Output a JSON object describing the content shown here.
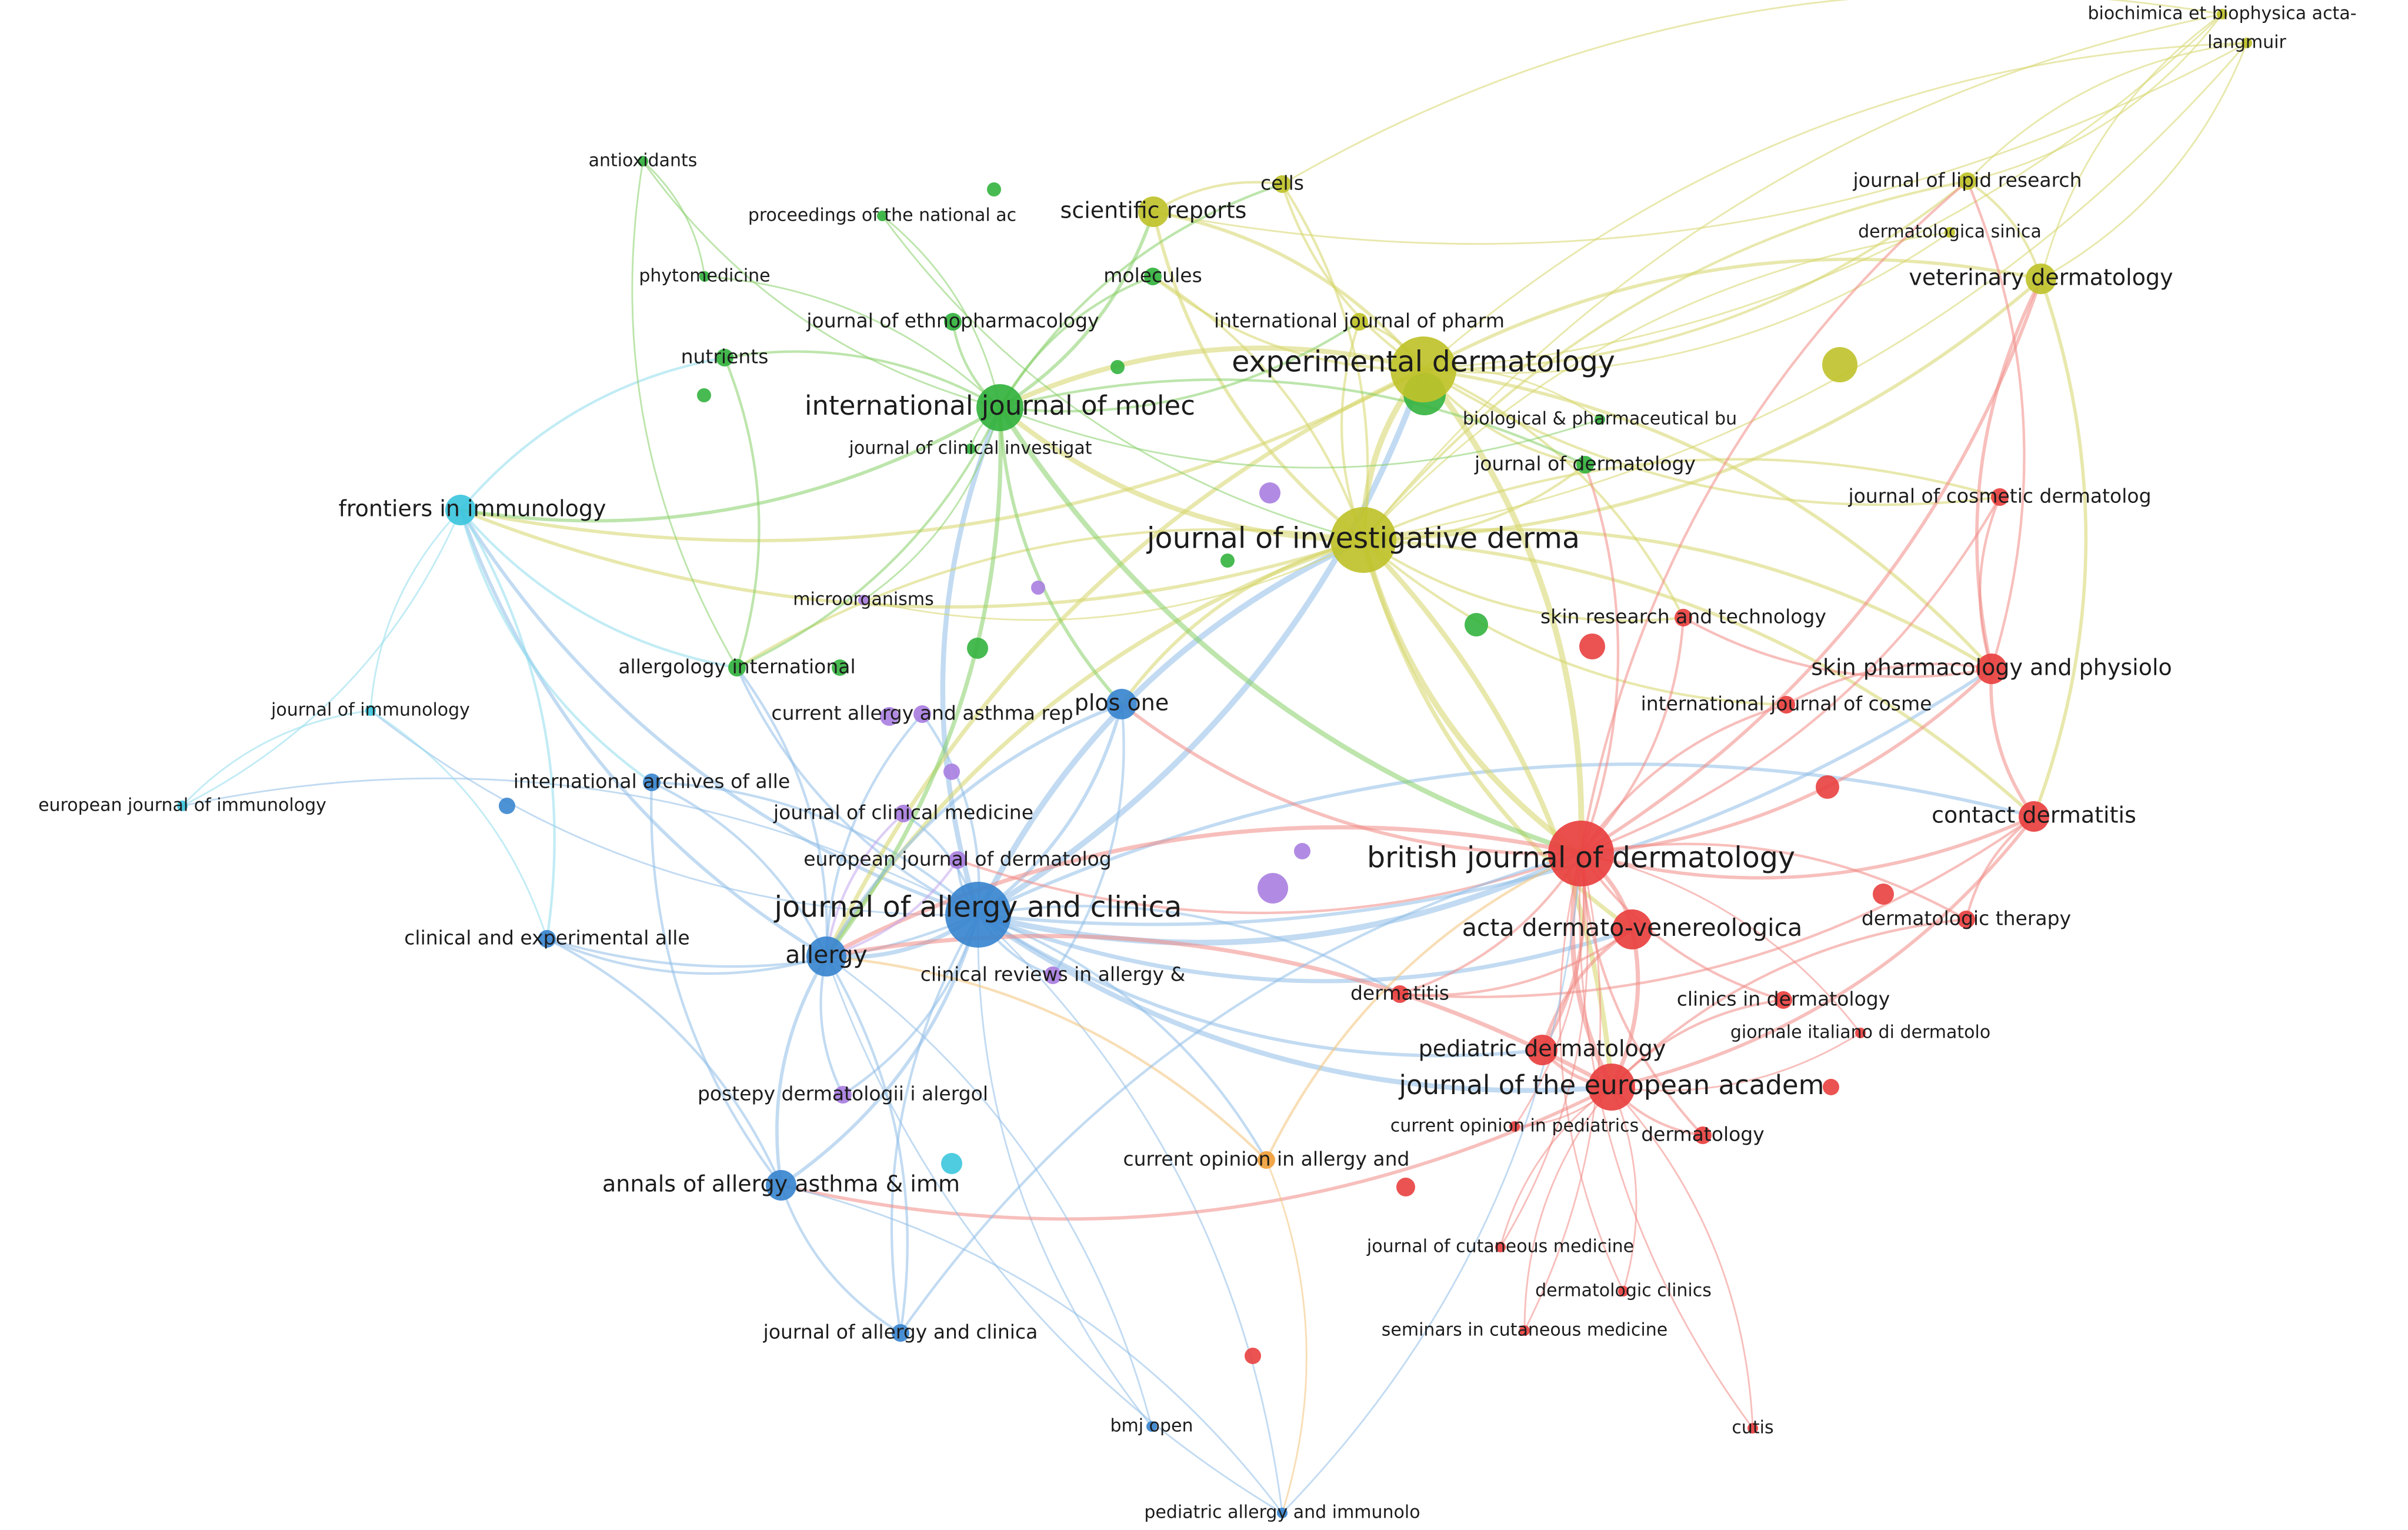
{
  "clusters": {
    "red": {
      "color": "#e8403f",
      "edge_color": "#f08a85"
    },
    "green": {
      "color": "#33b23e",
      "edge_color": "#86cf68"
    },
    "blue": {
      "color": "#3a86cf",
      "edge_color": "#8fbde8"
    },
    "yellow": {
      "color": "#bfc22a",
      "edge_color": "#d6d66a"
    },
    "purple": {
      "color": "#a97ee0",
      "edge_color": "#c3a6ec"
    },
    "cyan": {
      "color": "#3cc6dd",
      "edge_color": "#8fdced"
    },
    "orange": {
      "color": "#f0a03a",
      "edge_color": "#f3c27a"
    }
  },
  "nodes": [
    {
      "id": "biochimica",
      "label": "biochimica et biophysica acta-",
      "cluster": "yellow",
      "weight": 1
    },
    {
      "id": "langmuir",
      "label": "langmuir",
      "cluster": "yellow",
      "weight": 1
    },
    {
      "id": "antioxidants",
      "label": "antioxidants",
      "cluster": "green",
      "weight": 1
    },
    {
      "id": "pnas",
      "label": "proceedings of the national ac",
      "cluster": "green",
      "weight": 1
    },
    {
      "id": "scirep",
      "label": "scientific reports",
      "cluster": "yellow",
      "weight": 3
    },
    {
      "id": "cells",
      "label": "cells",
      "cluster": "yellow",
      "weight": 2
    },
    {
      "id": "lipid",
      "label": "journal of lipid research",
      "cluster": "yellow",
      "weight": 2
    },
    {
      "id": "dermsinica",
      "label": "dermatologica sinica",
      "cluster": "yellow",
      "weight": 1
    },
    {
      "id": "phytomed",
      "label": "phytomedicine",
      "cluster": "green",
      "weight": 1
    },
    {
      "id": "molecules",
      "label": "molecules",
      "cluster": "green",
      "weight": 2
    },
    {
      "id": "vetderm",
      "label": "veterinary dermatology",
      "cluster": "yellow",
      "weight": 3
    },
    {
      "id": "ethnopharm",
      "label": "journal of ethnopharmacology",
      "cluster": "green",
      "weight": 2
    },
    {
      "id": "ijpharm",
      "label": "international journal of pharm",
      "cluster": "yellow",
      "weight": 2
    },
    {
      "id": "nutrients",
      "label": "nutrients",
      "cluster": "green",
      "weight": 2
    },
    {
      "id": "expderm",
      "label": "experimental dermatology",
      "cluster": "yellow",
      "weight": 6
    },
    {
      "id": "ijms",
      "label": "international journal of molec",
      "cluster": "green",
      "weight": 5
    },
    {
      "id": "biopharmbull",
      "label": "biological & pharmaceutical bu",
      "cluster": "green",
      "weight": 1
    },
    {
      "id": "jci",
      "label": "journal of clinical investigat",
      "cluster": "green",
      "weight": 1
    },
    {
      "id": "jderm",
      "label": "journal of dermatology",
      "cluster": "green",
      "weight": 2
    },
    {
      "id": "frontimm",
      "label": "frontiers in immunology",
      "cluster": "cyan",
      "weight": 3
    },
    {
      "id": "cosmderm",
      "label": "journal of cosmetic dermatolog",
      "cluster": "red",
      "weight": 2
    },
    {
      "id": "jid",
      "label": "journal of investigative derma",
      "cluster": "yellow",
      "weight": 6
    },
    {
      "id": "microorg",
      "label": "microorganisms",
      "cluster": "purple",
      "weight": 1
    },
    {
      "id": "skinres",
      "label": "skin research and technology",
      "cluster": "red",
      "weight": 2
    },
    {
      "id": "allergolint",
      "label": "allergology international",
      "cluster": "green",
      "weight": 2
    },
    {
      "id": "skinpharm",
      "label": "skin pharmacology and physiolo",
      "cluster": "red",
      "weight": 3
    },
    {
      "id": "jimmunol",
      "label": "journal of immunology",
      "cluster": "cyan",
      "weight": 1
    },
    {
      "id": "plosone",
      "label": "plos one",
      "cluster": "blue",
      "weight": 3
    },
    {
      "id": "curallergyrep",
      "label": "current allergy and asthma rep",
      "cluster": "purple",
      "weight": 2
    },
    {
      "id": "ijcosm",
      "label": "international journal of cosme",
      "cluster": "red",
      "weight": 2
    },
    {
      "id": "intarch",
      "label": "international archives of alle",
      "cluster": "blue",
      "weight": 2
    },
    {
      "id": "eurjimm",
      "label": "european journal of immunology",
      "cluster": "cyan",
      "weight": 1
    },
    {
      "id": "jclinmed",
      "label": "journal of clinical medicine",
      "cluster": "purple",
      "weight": 2
    },
    {
      "id": "contactderm",
      "label": "contact dermatitis",
      "cluster": "red",
      "weight": 3
    },
    {
      "id": "bjd",
      "label": "british journal of dermatology",
      "cluster": "red",
      "weight": 6
    },
    {
      "id": "ejd",
      "label": "european journal of dermatolog",
      "cluster": "purple",
      "weight": 2
    },
    {
      "id": "jaci",
      "label": "journal of allergy and clinica",
      "cluster": "blue",
      "weight": 6
    },
    {
      "id": "actadv",
      "label": "acta dermato-venereologica",
      "cluster": "red",
      "weight": 4
    },
    {
      "id": "dermther",
      "label": "dermatologic therapy",
      "cluster": "red",
      "weight": 2
    },
    {
      "id": "clinexpall",
      "label": "clinical and experimental alle",
      "cluster": "blue",
      "weight": 2
    },
    {
      "id": "allergy",
      "label": "allergy",
      "cluster": "blue",
      "weight": 4
    },
    {
      "id": "clinrevall",
      "label": "clinical reviews in allergy &",
      "cluster": "purple",
      "weight": 2
    },
    {
      "id": "dermatitis",
      "label": "dermatitis",
      "cluster": "red",
      "weight": 2
    },
    {
      "id": "clinderm",
      "label": "clinics in dermatology",
      "cluster": "red",
      "weight": 2
    },
    {
      "id": "giornale",
      "label": "giornale italiano di dermatolo",
      "cluster": "red",
      "weight": 1
    },
    {
      "id": "pedderm",
      "label": "pediatric dermatology",
      "cluster": "red",
      "weight": 3
    },
    {
      "id": "jeadv",
      "label": "journal of the european academ",
      "cluster": "red",
      "weight": 5
    },
    {
      "id": "postepy",
      "label": "postepy dermatologii i alergol",
      "cluster": "purple",
      "weight": 2
    },
    {
      "id": "curopped",
      "label": "current opinion in pediatrics",
      "cluster": "red",
      "weight": 1
    },
    {
      "id": "dermatology",
      "label": "dermatology",
      "cluster": "red",
      "weight": 2
    },
    {
      "id": "curopall",
      "label": "current opinion in allergy and",
      "cluster": "orange",
      "weight": 2
    },
    {
      "id": "annals",
      "label": "annals of allergy asthma & imm",
      "cluster": "blue",
      "weight": 3
    },
    {
      "id": "jcutmed",
      "label": "journal of cutaneous medicine",
      "cluster": "red",
      "weight": 1
    },
    {
      "id": "dermclinics",
      "label": "dermatologic clinics",
      "cluster": "red",
      "weight": 1
    },
    {
      "id": "jacipract",
      "label": "journal of allergy and clinica",
      "cluster": "blue",
      "weight": 2
    },
    {
      "id": "seminars",
      "label": "seminars in cutaneous medicine",
      "cluster": "red",
      "weight": 1
    },
    {
      "id": "bmjopen",
      "label": "bmj open",
      "cluster": "blue",
      "weight": 1
    },
    {
      "id": "cutis",
      "label": "cutis",
      "cluster": "red",
      "weight": 1
    },
    {
      "id": "pedallergy",
      "label": "pediatric allergy and immunolo",
      "cluster": "blue",
      "weight": 1
    }
  ],
  "edges": [
    [
      "jaci",
      "jid"
    ],
    [
      "jaci",
      "bjd"
    ],
    [
      "jaci",
      "allergy"
    ],
    [
      "jaci",
      "expderm"
    ],
    [
      "jaci",
      "ijms"
    ],
    [
      "jaci",
      "jeadv"
    ],
    [
      "jaci",
      "annals"
    ],
    [
      "jaci",
      "jacipract"
    ],
    [
      "jaci",
      "clinexpall"
    ],
    [
      "jaci",
      "intarch"
    ],
    [
      "jaci",
      "frontimm"
    ],
    [
      "jaci",
      "plosone"
    ],
    [
      "jaci",
      "pedallergy"
    ],
    [
      "jaci",
      "actadv"
    ],
    [
      "jaci",
      "contactderm"
    ],
    [
      "jaci",
      "pedderm"
    ],
    [
      "jaci",
      "curopall"
    ],
    [
      "jaci",
      "clinrevall"
    ],
    [
      "jaci",
      "postepy"
    ],
    [
      "jaci",
      "jclinmed"
    ],
    [
      "jaci",
      "ejd"
    ],
    [
      "jaci",
      "curallergyrep"
    ],
    [
      "jaci",
      "allergolint"
    ],
    [
      "jaci",
      "bmjopen"
    ],
    [
      "jaci",
      "jimmunol"
    ],
    [
      "jaci",
      "eurjimm"
    ],
    [
      "jaci",
      "dermatitis"
    ],
    [
      "jaci",
      "skinpharm"
    ],
    [
      "jid",
      "expderm"
    ],
    [
      "jid",
      "bjd"
    ],
    [
      "jid",
      "ijms"
    ],
    [
      "jid",
      "jderm"
    ],
    [
      "jid",
      "skinpharm"
    ],
    [
      "jid",
      "skinres"
    ],
    [
      "jid",
      "cosmderm"
    ],
    [
      "jid",
      "actadv"
    ],
    [
      "jid",
      "jeadv"
    ],
    [
      "jid",
      "plosone"
    ],
    [
      "jid",
      "scirep"
    ],
    [
      "jid",
      "cells"
    ],
    [
      "jid",
      "lipid"
    ],
    [
      "jid",
      "vetderm"
    ],
    [
      "jid",
      "biochimica"
    ],
    [
      "jid",
      "langmuir"
    ],
    [
      "jid",
      "ijpharm"
    ],
    [
      "jid",
      "molecules"
    ],
    [
      "jid",
      "frontimm"
    ],
    [
      "jid",
      "allergy"
    ],
    [
      "jid",
      "contactderm"
    ],
    [
      "jid",
      "ijcosm"
    ],
    [
      "jid",
      "dermsinica"
    ],
    [
      "jid",
      "allergolint"
    ],
    [
      "jid",
      "microorg"
    ],
    [
      "expderm",
      "ijms"
    ],
    [
      "expderm",
      "bjd"
    ],
    [
      "expderm",
      "scirep"
    ],
    [
      "expderm",
      "cells"
    ],
    [
      "expderm",
      "lipid"
    ],
    [
      "expderm",
      "vetderm"
    ],
    [
      "expderm",
      "biochimica"
    ],
    [
      "expderm",
      "langmuir"
    ],
    [
      "expderm",
      "jderm"
    ],
    [
      "expderm",
      "skinpharm"
    ],
    [
      "expderm",
      "cosmderm"
    ],
    [
      "expderm",
      "biopharmbull"
    ],
    [
      "expderm",
      "ijpharm"
    ],
    [
      "expderm",
      "molecules"
    ],
    [
      "expderm",
      "allergy"
    ],
    [
      "expderm",
      "frontimm"
    ],
    [
      "expderm",
      "dermsinica"
    ],
    [
      "expderm",
      "skinres"
    ],
    [
      "ijms",
      "scirep"
    ],
    [
      "ijms",
      "molecules"
    ],
    [
      "ijms",
      "nutrients"
    ],
    [
      "ijms",
      "ethnopharm"
    ],
    [
      "ijms",
      "phytomed"
    ],
    [
      "ijms",
      "antioxidants"
    ],
    [
      "ijms",
      "pnas"
    ],
    [
      "ijms",
      "frontimm"
    ],
    [
      "ijms",
      "jci"
    ],
    [
      "ijms",
      "allergolint"
    ],
    [
      "ijms",
      "plosone"
    ],
    [
      "ijms",
      "cells"
    ],
    [
      "ijms",
      "ijpharm"
    ],
    [
      "ijms",
      "jderm"
    ],
    [
      "ijms",
      "biopharmbull"
    ],
    [
      "ijms",
      "microorg"
    ],
    [
      "ijms",
      "bjd"
    ],
    [
      "ijms",
      "allergy"
    ],
    [
      "bjd",
      "jeadv"
    ],
    [
      "bjd",
      "actadv"
    ],
    [
      "bjd",
      "contactderm"
    ],
    [
      "bjd",
      "pedderm"
    ],
    [
      "bjd",
      "skinpharm"
    ],
    [
      "bjd",
      "dermther"
    ],
    [
      "bjd",
      "clinderm"
    ],
    [
      "bjd",
      "giornale"
    ],
    [
      "bjd",
      "dermatology"
    ],
    [
      "bjd",
      "dermatitis"
    ],
    [
      "bjd",
      "cosmderm"
    ],
    [
      "bjd",
      "ijcosm"
    ],
    [
      "bjd",
      "skinres"
    ],
    [
      "bjd",
      "jcutmed"
    ],
    [
      "bjd",
      "dermclinics"
    ],
    [
      "bjd",
      "seminars"
    ],
    [
      "bjd",
      "cutis"
    ],
    [
      "bjd",
      "curopped"
    ],
    [
      "bjd",
      "allergy"
    ],
    [
      "bjd",
      "plosone"
    ],
    [
      "bjd",
      "jderm"
    ],
    [
      "bjd",
      "ejd"
    ],
    [
      "bjd",
      "vetderm"
    ],
    [
      "bjd",
      "lipid"
    ],
    [
      "jeadv",
      "actadv"
    ],
    [
      "jeadv",
      "pedderm"
    ],
    [
      "jeadv",
      "dermatology"
    ],
    [
      "jeadv",
      "clinderm"
    ],
    [
      "jeadv",
      "giornale"
    ],
    [
      "jeadv",
      "dermther"
    ],
    [
      "jeadv",
      "contactderm"
    ],
    [
      "jeadv",
      "cutis"
    ],
    [
      "jeadv",
      "seminars"
    ],
    [
      "jeadv",
      "dermclinics"
    ],
    [
      "jeadv",
      "jcutmed"
    ],
    [
      "jeadv",
      "curopped"
    ],
    [
      "jeadv",
      "allergy"
    ],
    [
      "jeadv",
      "annals"
    ],
    [
      "allergy",
      "annals"
    ],
    [
      "allergy",
      "clinexpall"
    ],
    [
      "allergy",
      "intarch"
    ],
    [
      "allergy",
      "jacipract"
    ],
    [
      "allergy",
      "pedallergy"
    ],
    [
      "allergy",
      "frontimm"
    ],
    [
      "allergy",
      "allergolint"
    ],
    [
      "allergy",
      "curallergyrep"
    ],
    [
      "allergy",
      "postepy"
    ],
    [
      "allergy",
      "bmjopen"
    ],
    [
      "annals",
      "jacipract"
    ],
    [
      "annals",
      "pedallergy"
    ],
    [
      "annals",
      "clinexpall"
    ],
    [
      "annals",
      "intarch"
    ],
    [
      "frontimm",
      "jimmunol"
    ],
    [
      "frontimm",
      "eurjimm"
    ],
    [
      "frontimm",
      "intarch"
    ],
    [
      "frontimm",
      "clinexpall"
    ],
    [
      "frontimm",
      "allergolint"
    ],
    [
      "frontimm",
      "nutrients"
    ],
    [
      "jimmunol",
      "eurjimm"
    ],
    [
      "jimmunol",
      "clinexpall"
    ],
    [
      "skinpharm",
      "contactderm"
    ],
    [
      "skinpharm",
      "cosmderm"
    ],
    [
      "skinpharm",
      "ijcosm"
    ],
    [
      "skinpharm",
      "skinres"
    ],
    [
      "skinpharm",
      "lipid"
    ],
    [
      "skinpharm",
      "vetderm"
    ],
    [
      "vetderm",
      "lipid"
    ],
    [
      "vetderm",
      "biochimica"
    ],
    [
      "vetderm",
      "langmuir"
    ],
    [
      "vetderm",
      "contactderm"
    ],
    [
      "lipid",
      "biochimica"
    ],
    [
      "lipid",
      "langmuir"
    ],
    [
      "cells",
      "scirep"
    ],
    [
      "cells",
      "biochimica"
    ],
    [
      "scirep",
      "langmuir"
    ],
    [
      "curopall",
      "pedallergy"
    ],
    [
      "curopall",
      "allergy"
    ],
    [
      "curopall",
      "bjd"
    ],
    [
      "antioxidants",
      "allergolint"
    ],
    [
      "antioxidants",
      "phytomed"
    ],
    [
      "pnas",
      "jid"
    ],
    [
      "nutrients",
      "allergolint"
    ],
    [
      "contactderm",
      "dermther"
    ],
    [
      "contactderm",
      "dermatitis"
    ],
    [
      "actadv",
      "pedderm"
    ],
    [
      "actadv",
      "dermatitis"
    ],
    [
      "plosone",
      "allergy"
    ],
    [
      "plosone",
      "clinrevall"
    ],
    [
      "jclinmed",
      "allergy"
    ],
    [
      "ejd",
      "allergy"
    ],
    [
      "pedallergy",
      "bjd"
    ],
    [
      "jacipract",
      "bjd"
    ]
  ]
}
